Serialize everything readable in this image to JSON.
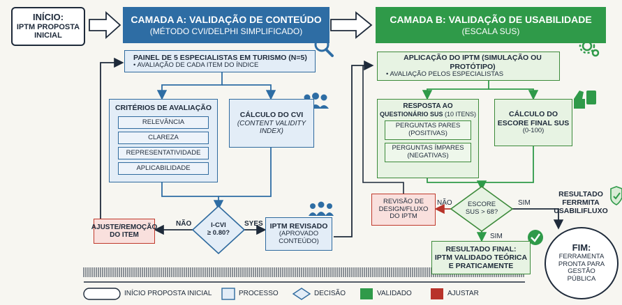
{
  "start": {
    "line1": "INÍCIO:",
    "line2": "IPTM PROPOSTA",
    "line3": "INICIAL"
  },
  "layerA": {
    "title": "CAMADA A: VALIDAÇÃO DE CONTEÚDO",
    "subtitle": "(MÉTODO CVI/DELPHI SIMPLIFICADO)"
  },
  "layerB": {
    "title": "CAMADA B: VALIDAÇÃO DE USABILIDADE",
    "subtitle": "(ESCALA SUS)"
  },
  "panel": {
    "title": "PAINEL DE 5 ESPECIALISTAS EM TURISMO (N=5)",
    "bullet": "• AVALIAÇÃO DE CADA ITEM DO ÍNDICE"
  },
  "criteria": {
    "title": "CRITÉRIOS DE AVALIAÇÃO",
    "items": [
      "RELEVÂNCIA",
      "CLAREZA",
      "REPRESENTATIVIDADE",
      "APLICABILIDADE"
    ]
  },
  "cvi_calc": {
    "title": "CÁLCULO DO CVI",
    "sub1": "(CONTENT VALIDITY",
    "sub2": "INDEX)"
  },
  "decision_cvi": {
    "line1": "I-CVI",
    "line2": "≥ 0.80?"
  },
  "adjust": {
    "line1": "AJUSTE/REMOÇÃO",
    "line2": "DO ITEM"
  },
  "revised": {
    "title": "IPTM REVISADO",
    "sub1": "(APROVADO",
    "sub2": "CONTEÚDO)"
  },
  "labels": {
    "nao": "NÃO",
    "sim": "SIM",
    "syes": "SYES"
  },
  "application": {
    "title": "APLICAÇÃO DO IPTM (SIMULAÇÃO OU PROTÓTIPO)",
    "bullet": "• AVALIAÇÃO PELOS ESPECIALISTAS"
  },
  "sus_response": {
    "line1": "RESPOSTA AO",
    "line2a": "QUESTIONÁRIO SUS",
    "line2b": " (10 ITENS)",
    "q1a": "PERGUNTAS PARES",
    "q1b": "(POSITIVAS)",
    "q2a": "PERGUNTAS ÍMPARES",
    "q2b": "(NEGATIVAS)"
  },
  "sus_calc": {
    "line1": "CÁLCULO DO",
    "line2": "ESCORE FINAL SUS",
    "line3": "(0-100)"
  },
  "decision_sus": {
    "line1": "ESCORE",
    "line2": "SUS > 68?"
  },
  "redesign": {
    "line1": "REVISÃO DE",
    "line2": "DESIGN/FLUXO",
    "line3": "DO IPTM"
  },
  "result_final": {
    "line1": "RESULTADO FINAL:",
    "line2": "IPTM VALIDADO TEÓRICA",
    "line3": "E PRATICAMENTE"
  },
  "result_side": {
    "line1": "RESULTADO",
    "line2": "FERRMITA",
    "line3": "USABILIFLUXO"
  },
  "end": {
    "line1": "FIM:",
    "line2": "FERRAMENTA",
    "line3": "PRONTA PARA",
    "line4": "GESTÃO",
    "line5": "PÚBLICA"
  },
  "legend": {
    "start": "INÍCIO PROPOSTA INICIAL",
    "process": "PROCESSO",
    "decision": "DECISÃO",
    "validated": "VALIDADO",
    "adjust": "AJUSTAR"
  },
  "colors": {
    "blue": "#2e6da4",
    "green": "#2f9a49",
    "red": "#b8332a",
    "arrow": "#2e6da4"
  }
}
